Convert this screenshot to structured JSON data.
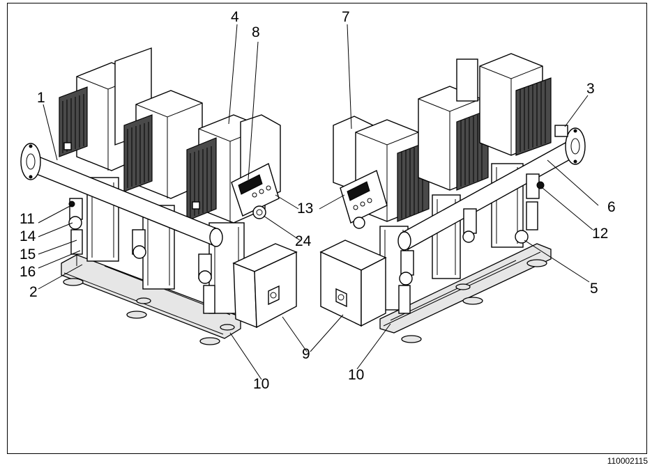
{
  "callouts": {
    "c1": "1",
    "c2": "2",
    "c3": "3",
    "c4": "4",
    "c5": "5",
    "c6": "6",
    "c7": "7",
    "c8": "8",
    "c9a": "9",
    "c9b": "9",
    "c10a": "10",
    "c10b": "10",
    "c11": "11",
    "c12": "12",
    "c13": "13",
    "c14": "14",
    "c15": "15",
    "c16": "16",
    "c24": "24"
  },
  "document_number": "110002115",
  "colors": {
    "line": "#000000",
    "background": "#ffffff",
    "fin_fill": "#3a3a3a"
  }
}
